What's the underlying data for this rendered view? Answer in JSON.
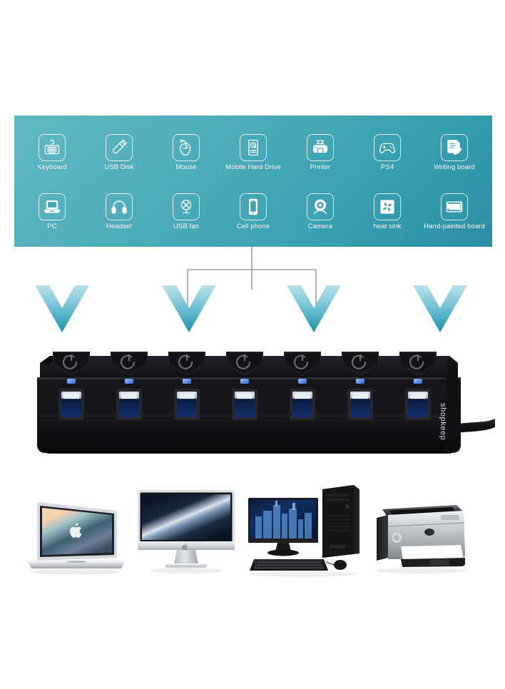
{
  "compatibility_panel": {
    "accent_color": "#4fadba",
    "label_color": "#ffffff",
    "rows": [
      [
        {
          "icon": "keyboard-icon",
          "label": "Keyboard"
        },
        {
          "icon": "usb-disk-icon",
          "label": "USB Disk"
        },
        {
          "icon": "mouse-icon",
          "label": "Mouse"
        },
        {
          "icon": "mobile-hard-drive-icon",
          "label": "Mobile Hard Drive"
        },
        {
          "icon": "printer-icon",
          "label": "Printer"
        },
        {
          "icon": "gamepad-icon",
          "label": "PS4"
        },
        {
          "icon": "writing-board-icon",
          "label": "Writing board"
        }
      ],
      [
        {
          "icon": "laptop-icon",
          "label": "PC"
        },
        {
          "icon": "headset-icon",
          "label": "Headset"
        },
        {
          "icon": "usb-fan-icon",
          "label": "USB fan"
        },
        {
          "icon": "cell-phone-icon",
          "label": "Cell phone"
        },
        {
          "icon": "camera-icon",
          "label": "Camera"
        },
        {
          "icon": "heat-sink-icon",
          "label": "heat sink"
        },
        {
          "icon": "hand-painted-board-icon",
          "label": "Hand-painted board"
        }
      ]
    ]
  },
  "connector": {
    "line_color": "#8a8a8a"
  },
  "arrows": {
    "count": 4,
    "gradient_top": "#a8d9e3",
    "gradient_bottom": "#1f94ad",
    "positions": [
      47,
      225,
      400,
      577
    ]
  },
  "product": {
    "name": "usb-3-0-hub",
    "brand_text": "shopkeep",
    "port_count": 7,
    "body_color": "#141414",
    "port_color": "#1b3d8f",
    "led_color": "#3f7fff",
    "switch_symbol": "power"
  },
  "devices": [
    {
      "name": "laptop",
      "label": "MacBook laptop"
    },
    {
      "name": "imac",
      "label": "All-in-one desktop monitor"
    },
    {
      "name": "desktop",
      "label": "Desktop PC with monitor, keyboard and mouse"
    },
    {
      "name": "printer",
      "label": "Laser printer"
    }
  ]
}
